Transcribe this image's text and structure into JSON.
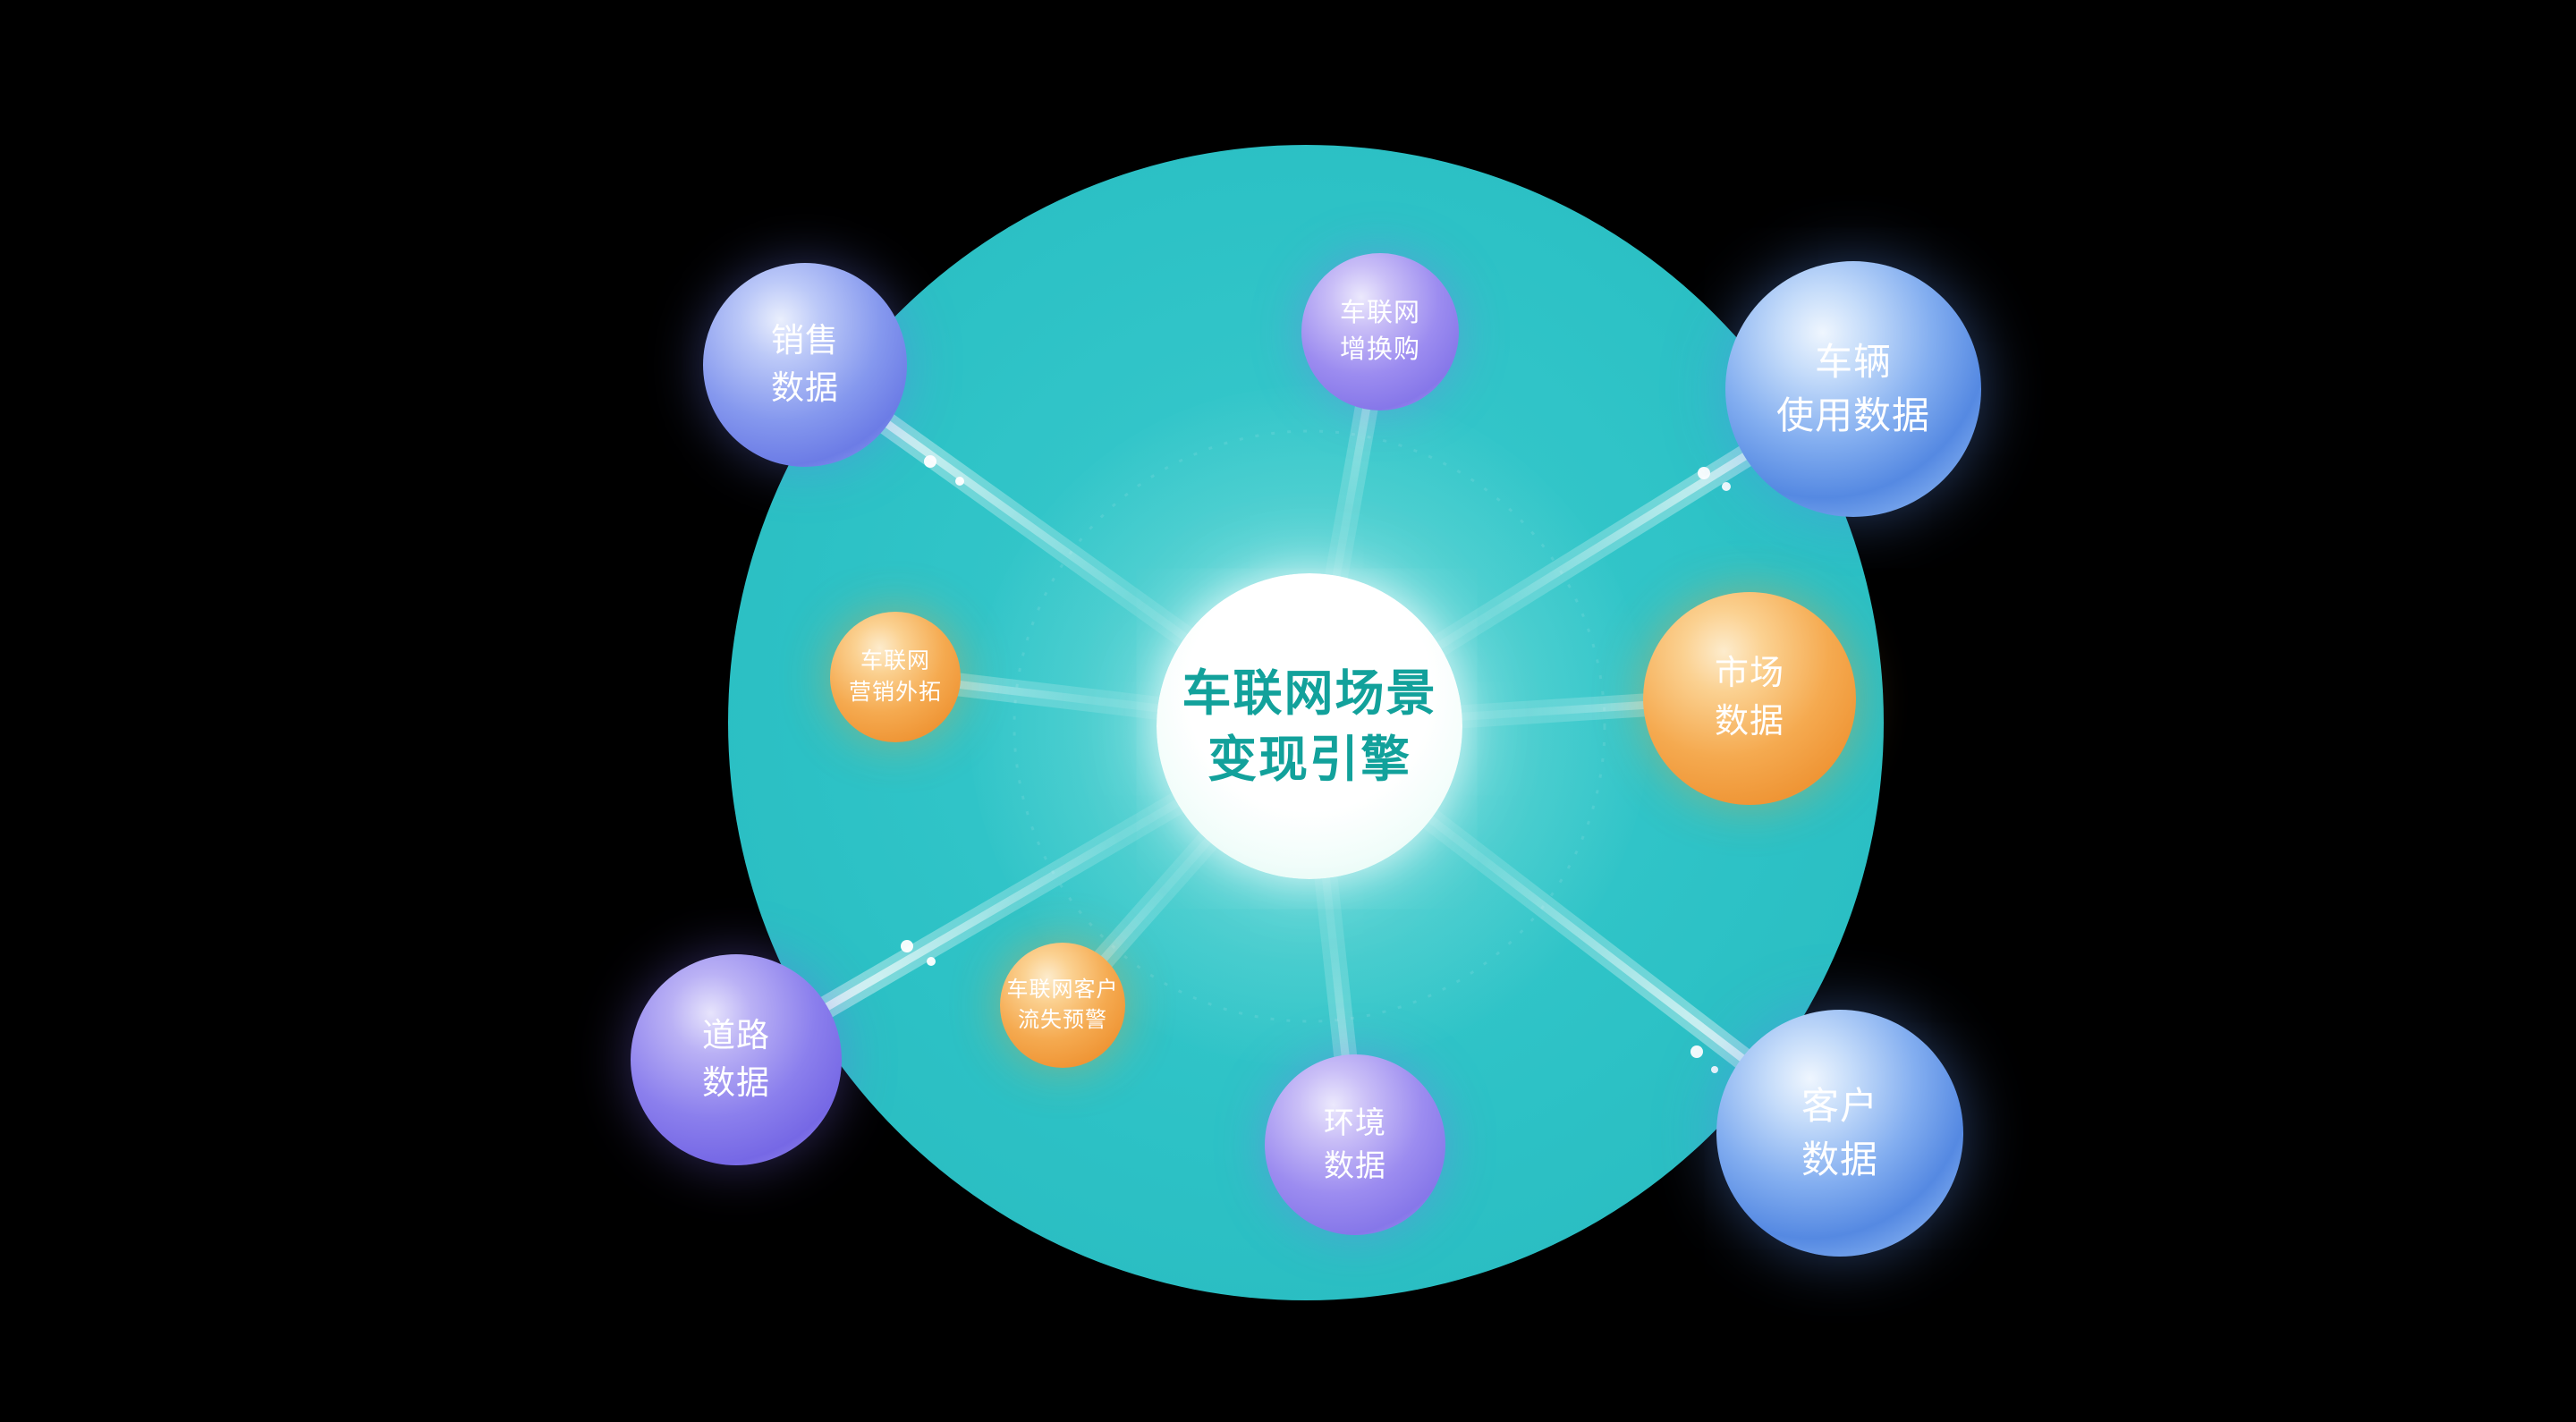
{
  "title": "车联网场景变现引擎",
  "center": {
    "line1": "车联网场景",
    "line2": "变现引擎"
  },
  "nodes": [
    {
      "id": "sales-data",
      "line1": "销售",
      "line2": "数据"
    },
    {
      "id": "iov-trade-in",
      "line1": "车联网",
      "line2": "增换购"
    },
    {
      "id": "vehicle-usage-data",
      "line1": "车辆",
      "line2": "使用数据"
    },
    {
      "id": "market-data",
      "line1": "市场",
      "line2": "数据"
    },
    {
      "id": "customer-data",
      "line1": "客户",
      "line2": "数据"
    },
    {
      "id": "environment-data",
      "line1": "环境",
      "line2": "数据"
    },
    {
      "id": "iov-churn-warning",
      "line1": "车联网客户",
      "line2": "流失预警"
    },
    {
      "id": "road-data",
      "line1": "道路",
      "line2": "数据"
    },
    {
      "id": "iov-marketing",
      "line1": "车联网",
      "line2": "营销外拓"
    }
  ],
  "colors": {
    "background": "#000000",
    "main_circle_teal": "#2dc2c6",
    "hub_fill": "#ffffff",
    "hub_text_teal": "#12a19b",
    "sphere_blue": "#5589e2",
    "sphere_periwinkle": "#6c7ce6",
    "sphere_purple": "#8677e9",
    "sphere_violet": "#7668e5",
    "sphere_orange": "#ef9535",
    "beam_white": "#ffffff",
    "node_text": "#ffffff"
  }
}
